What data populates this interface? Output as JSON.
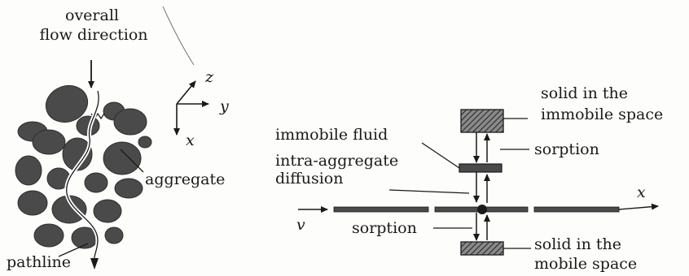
{
  "left_panel": {
    "flow_label_line1": "overall",
    "flow_label_line2": "flow direction",
    "aggregate_label": "aggregate",
    "pathline_label": "pathline",
    "axis_z": "z",
    "axis_y": "y",
    "axis_x": "x"
  },
  "right_panel": {
    "solid_immobile_line1": "solid in the",
    "solid_immobile_line2": "immobile space",
    "immobile_fluid": "immobile fluid",
    "sorption_upper": "sorption",
    "diffusion_line1": "intra-aggregate",
    "diffusion_line2": "diffusion",
    "axis_x": "x",
    "velocity": "v",
    "sorption_lower": "sorption",
    "solid_mobile_line1": "solid in the",
    "solid_mobile_line2": "mobile space"
  },
  "colors": {
    "ink": "#1a1a1a",
    "aggregate_fill": "#4a4a4a",
    "paper": "#fdfdfb"
  }
}
